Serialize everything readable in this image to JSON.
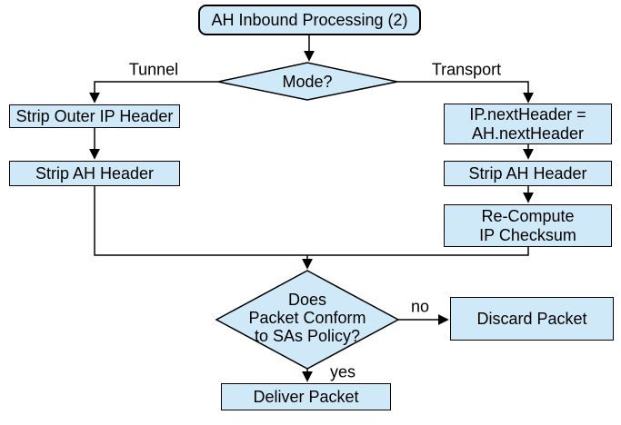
{
  "diagram": {
    "title": "AH Inbound Processing (2)",
    "type": "flowchart",
    "colors": {
      "node_fill": "#cfe9f8",
      "node_border": "#000000",
      "line": "#000000",
      "text": "#000000",
      "background": "#ffffff"
    },
    "nodes": {
      "start": "AH Inbound Processing (2)",
      "mode_decision": "Mode?",
      "strip_outer_ip_header": "Strip Outer IP Header",
      "strip_ah_header_left": "Strip AH Header",
      "ip_next_header": "IP.nextHeader =\nAH.nextHeader",
      "strip_ah_header_right": "Strip AH Header",
      "recompute_checksum": "Re-Compute\nIP Checksum",
      "policy_decision": "Does\nPacket Conform\nto SAs Policy?",
      "discard_packet": "Discard Packet",
      "deliver_packet": "Deliver Packet"
    },
    "edge_labels": {
      "tunnel": "Tunnel",
      "transport": "Transport",
      "no": "no",
      "yes": "yes"
    }
  }
}
